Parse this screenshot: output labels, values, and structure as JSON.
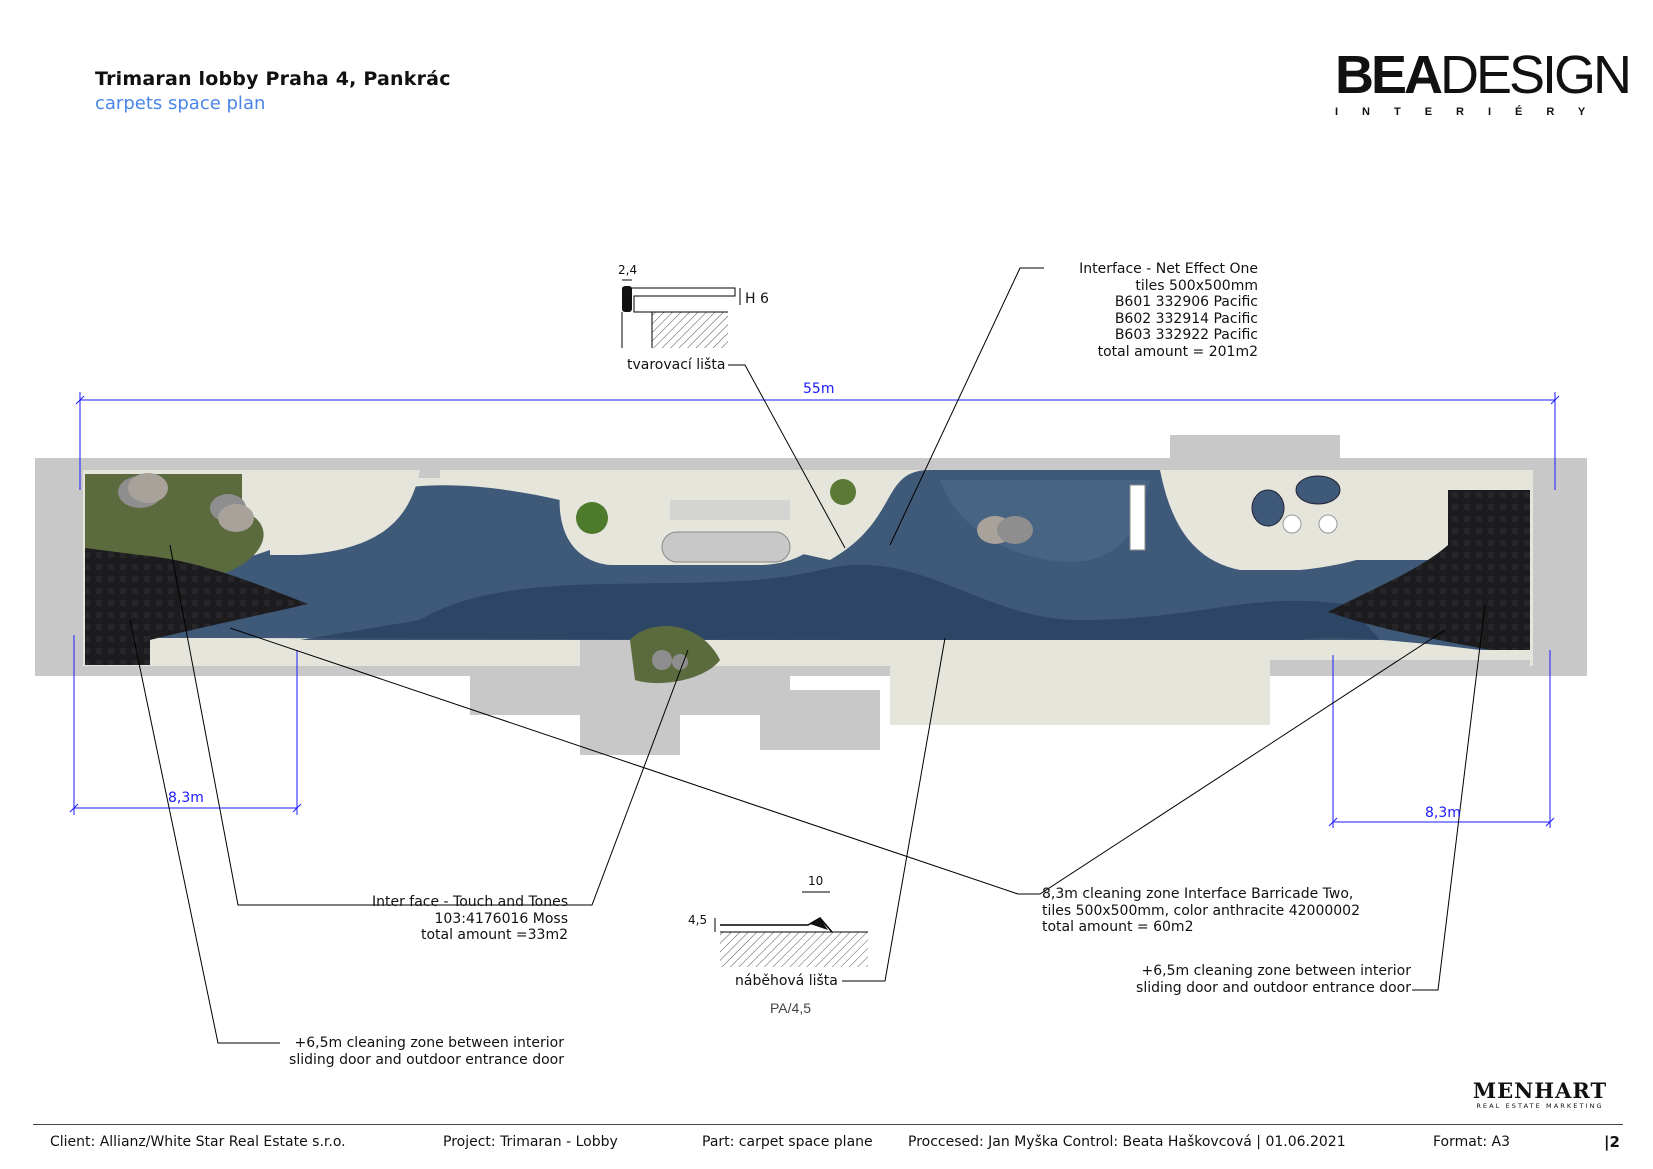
{
  "header": {
    "title": "Trimaran lobby Praha 4, Pankrác",
    "subtitle": "carpets space plan"
  },
  "brand": {
    "logo_bold": "BEA",
    "logo_light": "DESIGN",
    "tagline": "INTERIÉRY"
  },
  "dimensions": {
    "total_length": "55m",
    "zone_left": "8,3m",
    "zone_right": "8,3m",
    "profile_top_width": "2,4",
    "profile_top_height": "H 6",
    "profile_bottom_width": "10",
    "profile_bottom_height": "4,5"
  },
  "annotations": {
    "tvarovaci_lista": "tvarovací lišta",
    "net_effect": "Interface - Net Effect One\ntiles 500x500mm\nB601 332906 Pacific\nB602 332914 Pacific\nB603 332922 Pacific\ntotal amount = 201m2",
    "touch_tones": "Inter face - Touch and Tones\n103:4176016 Moss\ntotal amount =33m2",
    "barricade": "8,3m cleaning zone Interface Barricade Two,\ntiles 500x500mm, color anthracite 42000002\ntotal amount = 60m2",
    "cleaning_right": "+6,5m cleaning zone between interior\nsliding door and outdoor entrance door",
    "cleaning_left": "+6,5m cleaning zone between interior\nsliding door and outdoor entrance door",
    "nabehova_lista": "náběhová lišta",
    "profile_code": "PA/4,5"
  },
  "menhart": {
    "name": "MENHART",
    "sub": "REAL ESTATE MARKETING"
  },
  "footer": {
    "client": "Client: Allianz/White Star Real Estate s.r.o.",
    "project": "Project: Trimaran - Lobby",
    "part": "Part: carpet space plane",
    "processed": "Proccesed: Jan Myška  Control: Beata Haškovcová | 01.06.2021",
    "format": "Format: A3",
    "page": "|2"
  },
  "colors": {
    "carpet_blue": "#3f5a78",
    "carpet_dark_blue": "#2c4463",
    "moss": "#5b6b3e",
    "anthracite": "#1c1c1e",
    "floor_cream": "#e6e5dc",
    "wall_grey": "#c8c8c8",
    "dimension_blue": "#1a1aff",
    "subtitle_blue": "#4a86e8"
  }
}
